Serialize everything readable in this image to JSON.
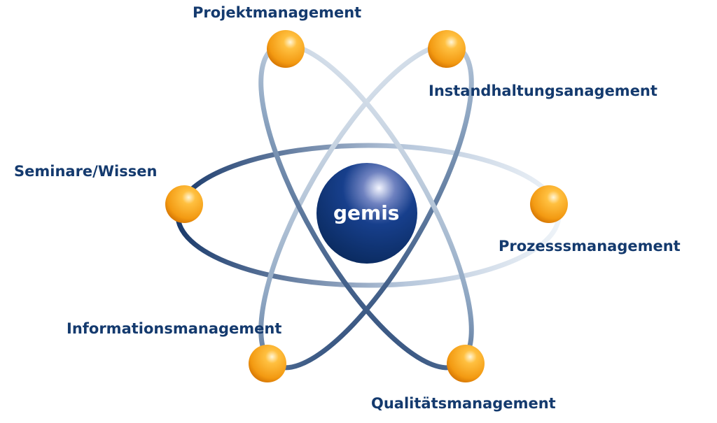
{
  "center": {
    "label": "gemis"
  },
  "nodes": [
    {
      "label": "Projektmanagement"
    },
    {
      "label": "Instandhaltungsanagement"
    },
    {
      "label": "Seminare/Wissen"
    },
    {
      "label": "Prozesssmanagement"
    },
    {
      "label": "Informationsmanagement"
    },
    {
      "label": "Qualitätsmanagement"
    }
  ],
  "colors": {
    "orbit_dark": "#1a3a6b",
    "orbit_light": "#e6eef6",
    "ball": "#f5a01a",
    "core": "#0f3a7a",
    "text": "#143a6e"
  }
}
